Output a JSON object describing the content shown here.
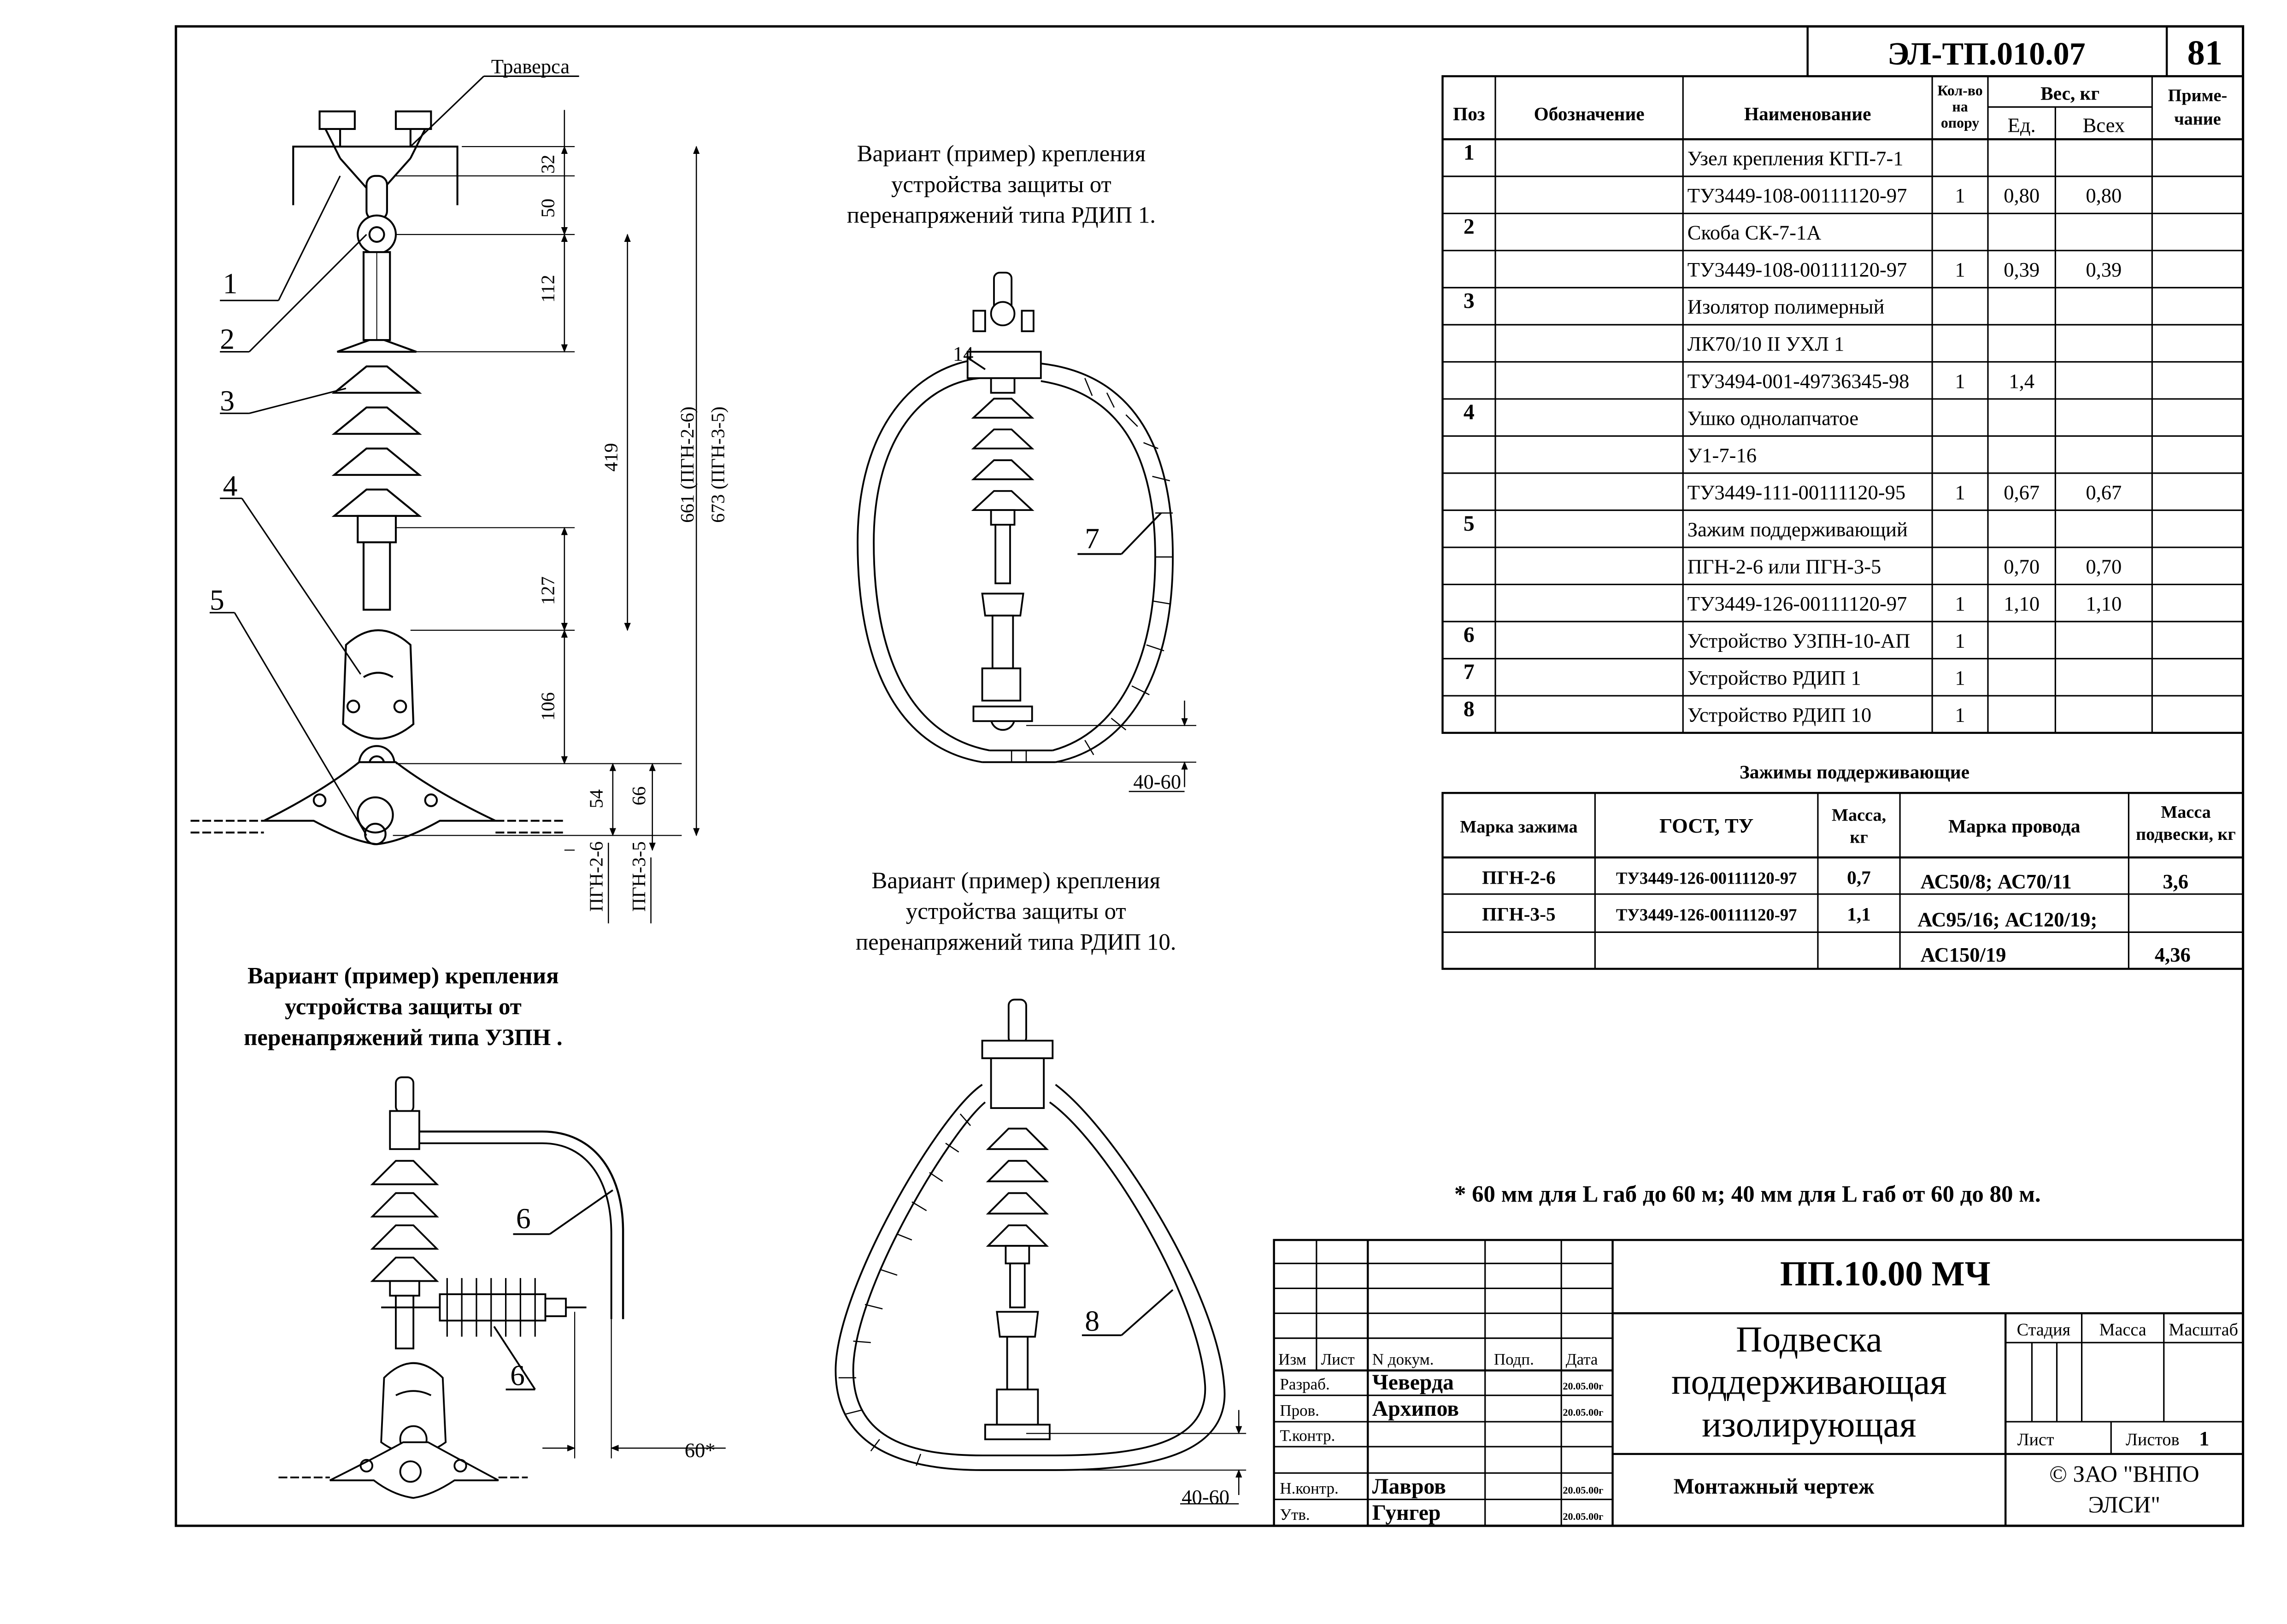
{
  "header": {
    "doc_code": "ЭЛ-ТП.010.07",
    "page_no": "81"
  },
  "drawing_main": {
    "traverse_label": "Траверса",
    "callouts": [
      "1",
      "2",
      "3",
      "4",
      "5"
    ],
    "dims": [
      "32",
      "50",
      "112",
      "419",
      "127",
      "106",
      "54",
      "66"
    ],
    "dim_total_1": "661  (ПГН-2-6)",
    "dim_total_2": "673  (ПГН-3-5)",
    "model_1": "ПГН-2-6",
    "model_2": "ПГН-3-5"
  },
  "variant_rdip1": {
    "caption": [
      "Вариант (пример) крепления",
      "устройства защиты от",
      "перенапряжений типа РДИП 1."
    ],
    "callouts": [
      "14",
      "7"
    ],
    "dim": "40-60"
  },
  "variant_rdip10": {
    "caption": [
      "Вариант (пример) крепления",
      "устройства защиты от",
      "перенапряжений типа РДИП 10."
    ],
    "callouts": [
      "8"
    ],
    "dim": "40-60"
  },
  "variant_uzpn": {
    "caption": [
      "Вариант (пример) крепления",
      "устройства защиты от",
      "перенапряжений типа УЗПН ."
    ],
    "callouts": [
      "6",
      "6"
    ],
    "dim": "60*"
  },
  "spec_table": {
    "headers": {
      "pos": "Поз",
      "designation": "Обозначение",
      "name": "Наименование",
      "qty": "Кол-во на опору",
      "weight": "Вес, кг",
      "unit": "Ед.",
      "total": "Всех",
      "note": "Приме-чание"
    },
    "rows": [
      {
        "pos": "1",
        "name": "Узел крепления  КГП-7-1",
        "qty": "",
        "unit": "",
        "total": ""
      },
      {
        "pos": "",
        "name": "ТУ3449-108-00111120-97",
        "qty": "1",
        "unit": "0,80",
        "total": "0,80"
      },
      {
        "pos": "2",
        "name": "Скоба  СК-7-1А",
        "qty": "",
        "unit": "",
        "total": ""
      },
      {
        "pos": "",
        "name": "ТУ3449-108-00111120-97",
        "qty": "1",
        "unit": "0,39",
        "total": "0,39"
      },
      {
        "pos": "3",
        "name": "Изолятор  полимерный",
        "qty": "",
        "unit": "",
        "total": ""
      },
      {
        "pos": "",
        "name": "ЛК70/10 II  УХЛ 1",
        "qty": "",
        "unit": "",
        "total": ""
      },
      {
        "pos": "",
        "name": "ТУ3494-001-49736345-98",
        "qty": "1",
        "unit": "1,4",
        "total": ""
      },
      {
        "pos": "4",
        "name": "Ушко  однолапчатое",
        "qty": "",
        "unit": "",
        "total": ""
      },
      {
        "pos": "",
        "name": "У1-7-16",
        "qty": "",
        "unit": "",
        "total": ""
      },
      {
        "pos": "",
        "name": "ТУ3449-111-00111120-95",
        "qty": "1",
        "unit": "0,67",
        "total": "0,67"
      },
      {
        "pos": "5",
        "name": "Зажим поддерживающий",
        "qty": "",
        "unit": "",
        "total": ""
      },
      {
        "pos": "",
        "name": "ПГН-2-6 или  ПГН-3-5",
        "qty": "",
        "unit": "0,70",
        "total": "0,70"
      },
      {
        "pos": "",
        "name": "ТУ3449-126-00111120-97",
        "qty": "1",
        "unit": "1,10",
        "total": "1,10"
      },
      {
        "pos": "6",
        "name": "Устройство УЗПН-10-АП",
        "qty": "1",
        "unit": "",
        "total": ""
      },
      {
        "pos": "7",
        "name": "Устройство РДИП 1",
        "qty": "1",
        "unit": "",
        "total": ""
      },
      {
        "pos": "8",
        "name": "Устройство РДИП 10",
        "qty": "1",
        "unit": "",
        "total": ""
      }
    ]
  },
  "clamps_table": {
    "title": "Зажимы поддерживающие",
    "headers": {
      "mark": "Марка зажима",
      "gost": "ГОСТ, ТУ",
      "mass": "Масса, кг",
      "wire": "Марка провода",
      "susp": "Масса подвески, кг"
    },
    "rows": [
      {
        "mark": "ПГН-2-6",
        "gost": "ТУ3449-126-00111120-97",
        "mass": "0,7",
        "wire": "АС50/8; АС70/11",
        "susp": "3,6"
      },
      {
        "mark": "ПГН-3-5",
        "gost": "ТУ3449-126-00111120-97",
        "mass": "1,1",
        "wire": "АС95/16; АС120/19;",
        "susp": ""
      },
      {
        "mark": "",
        "gost": "",
        "mass": "",
        "wire": "АС150/19",
        "susp": "4,36"
      }
    ]
  },
  "footnote": "* 60 мм для L габ до 60 м; 40 мм для L габ от 60 до 80 м.",
  "title_block": {
    "doc_number": "ПП.10.00 МЧ",
    "title_lines": [
      "Подвеска",
      "поддерживающая",
      "изолирующая"
    ],
    "subtitle": "Монтажный чертеж",
    "company": [
      "© ЗАО \"ВНПО",
      "ЭЛСИ\""
    ],
    "stage_label": "Стадия",
    "mass_label": "Масса",
    "scale_label": "Масштаб",
    "sheet_label": "Лист",
    "sheets_label": "Листов",
    "sheets_value": "1",
    "col_headers": [
      "Изм",
      "Лист",
      "N докум.",
      "Подп.",
      "Дата"
    ],
    "roles": [
      {
        "role": "Разраб.",
        "name": "Чеверда",
        "date": "20.05.00г"
      },
      {
        "role": "Пров.",
        "name": "Архипов",
        "date": "20.05.00г"
      },
      {
        "role": "Т.контр.",
        "name": "",
        "date": ""
      },
      {
        "role": "",
        "name": "",
        "date": ""
      },
      {
        "role": "Н.контр.",
        "name": "Лавров",
        "date": "20.05.00г"
      },
      {
        "role": "Утв.",
        "name": "Гунгер",
        "date": "20.05.00г"
      }
    ]
  }
}
